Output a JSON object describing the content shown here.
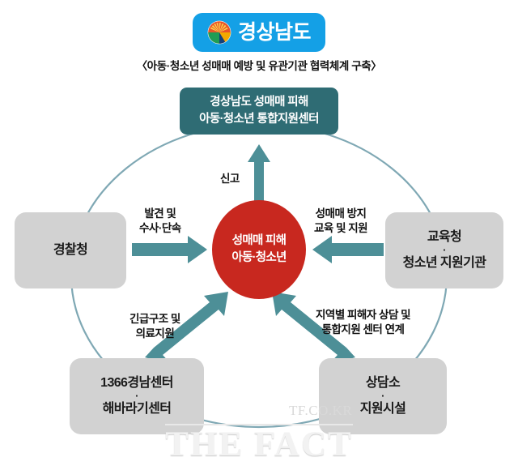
{
  "header": {
    "logo_text": "경상남도",
    "logo_emblem_icon": "gyeongnam-emblem-icon",
    "subtitle": "〈아동·청소년 성매매 예방 및 유관기관 협력체계 구축〉"
  },
  "diagram": {
    "top_node": {
      "line1": "경상남도 성매매 피해",
      "line2": "아동·청소년 통합지원센터",
      "color": "#2f6c74"
    },
    "core_node": {
      "line1": "성매매 피해",
      "line2": "아동·청소년",
      "color": "#c8281f"
    },
    "nodes": [
      {
        "id": "police",
        "line1": "경찰청",
        "line2": "",
        "separator": "",
        "color": "#d2d2d2"
      },
      {
        "id": "education",
        "line1": "교육청",
        "separator": "·",
        "line2": "청소년 지원기관",
        "color": "#d2d2d2"
      },
      {
        "id": "center-1366",
        "line1": "1366경남센터",
        "separator": "·",
        "line2": "해바라기센터",
        "color": "#d2d2d2"
      },
      {
        "id": "counseling",
        "line1": "상담소",
        "separator": "·",
        "line2": "지원시설",
        "color": "#d2d2d2"
      }
    ],
    "arrows": [
      {
        "id": "report",
        "label_line1": "신고",
        "label_line2": "",
        "from": "core_node",
        "to": "top_node",
        "direction": "up",
        "color": "#4d8f97"
      },
      {
        "id": "police-to-core",
        "label_line1": "발견 및",
        "label_line2": "수사·단속",
        "from": "police",
        "to": "core_node",
        "direction": "right",
        "color": "#4d8f97"
      },
      {
        "id": "education-to-core",
        "label_line1": "성매매 방지",
        "label_line2": "교육 및 지원",
        "from": "education",
        "to": "core_node",
        "direction": "left",
        "color": "#4d8f97"
      },
      {
        "id": "center1366-to-core",
        "label_line1": "긴급구조 및",
        "label_line2": "의료지원",
        "from": "center-1366",
        "to": "core_node",
        "direction": "up-right",
        "color": "#4d8f97"
      },
      {
        "id": "counseling-to-core",
        "label_line1": "지역별 피해자 상담 및",
        "label_line2": "통합지원 센터 연계",
        "from": "counseling",
        "to": "core_node",
        "direction": "up-left",
        "color": "#4d8f97"
      }
    ],
    "ring_color": "#7fa8b4"
  },
  "watermark": {
    "url": "TF.CO.KR",
    "brand": "THE FACT"
  }
}
